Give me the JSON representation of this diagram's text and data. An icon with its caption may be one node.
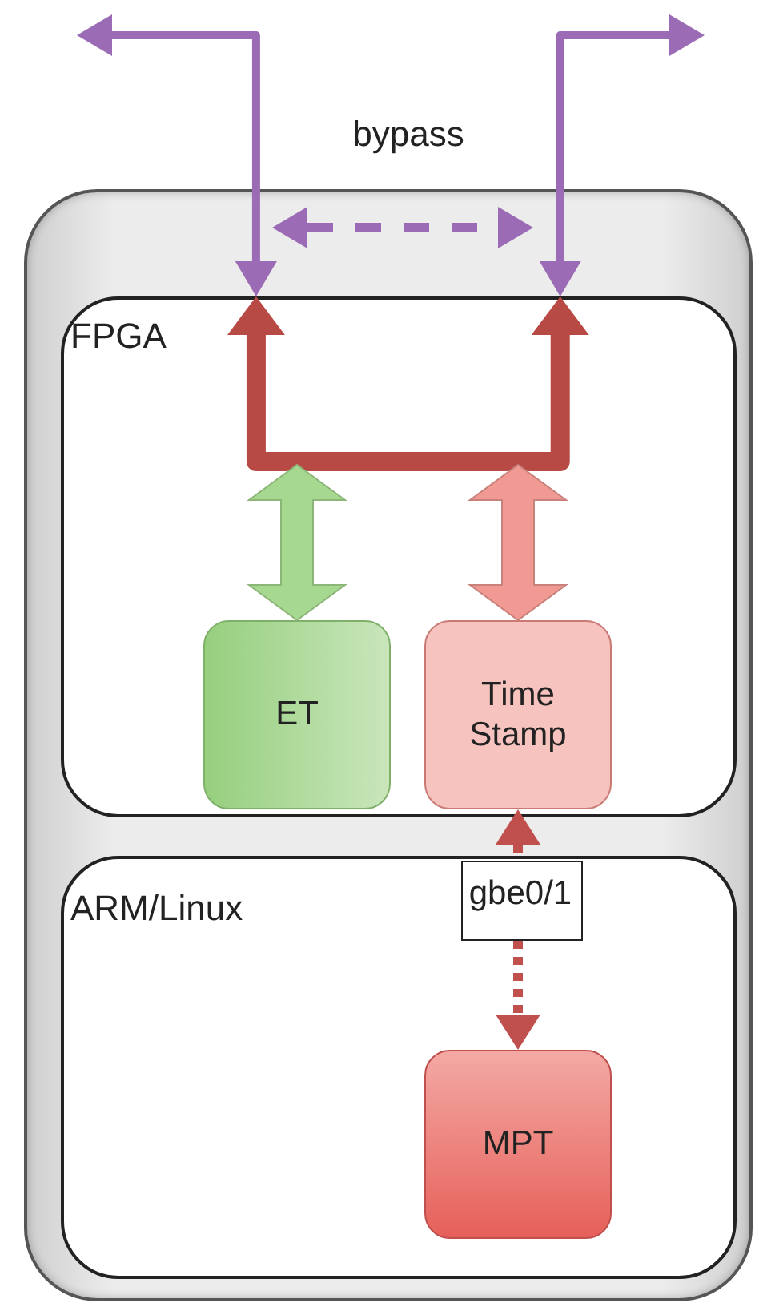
{
  "diagram": {
    "nodes": [
      {
        "text": [],
        "shape": "box"
      },
      {
        "text": [
          "FPGA"
        ],
        "in": 0
      },
      {
        "text": [
          "ET"
        ],
        "in": 1
      },
      {
        "text": [
          "Time Stamp"
        ],
        "in": 1
      },
      {
        "text": [
          "ARM/Linux"
        ],
        "in": 0
      },
      {
        "text": [
          "MPT"
        ],
        "in": 4
      }
    ],
    "edges": [
      {
        "from": null,
        "to": 1,
        "arrow": "both"
      },
      {
        "from": 1,
        "to": null,
        "arrow": "both"
      },
      {
        "from": null,
        "to": 1,
        "arrow": "to",
        "style": "thick",
        "color": "#b84a45"
      },
      {
        "from": null,
        "to": 1,
        "arrow": "to",
        "style": "thick",
        "color": "#b84a45"
      },
      {
        "from": 2,
        "to": null,
        "arrow": "both",
        "style": "thick",
        "color": "#a7d890"
      },
      {
        "from": 3,
        "to": null,
        "arrow": "both",
        "style": "thick",
        "color": "#f09a93"
      },
      {
        "from": 3,
        "to": 5,
        "arrow": "both",
        "style": "dashed",
        "color": "#c0504d",
        "label": "gbe0/1"
      }
    ],
    "labels": [
      "bypass"
    ]
  }
}
